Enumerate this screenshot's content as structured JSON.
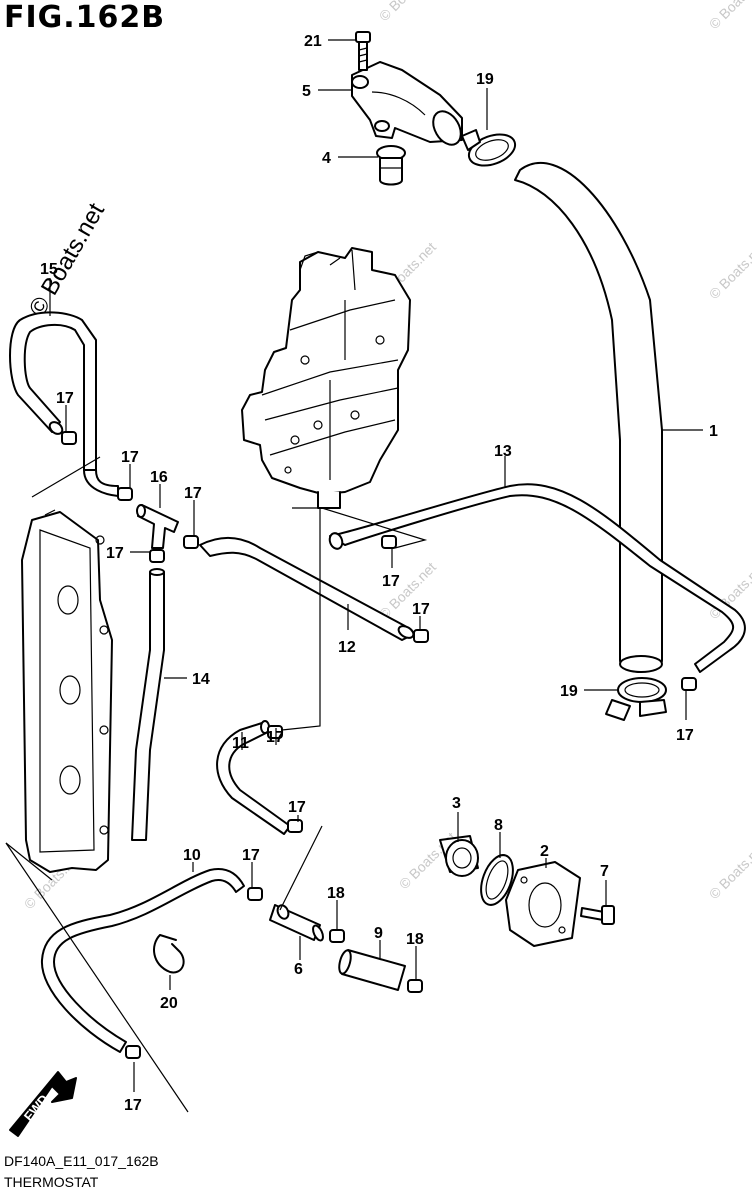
{
  "figure": {
    "title": "FIG.162B",
    "diagram_code": "DF140A_E11_017_162B",
    "section_name": "THERMOSTAT"
  },
  "watermark": {
    "main_text": "© Boats.net",
    "small_text": "© Boats.net"
  },
  "callouts": {
    "c1": "1",
    "c2": "2",
    "c3": "3",
    "c4": "4",
    "c5": "5",
    "c6": "6",
    "c7": "7",
    "c8": "8",
    "c9": "9",
    "c10": "10",
    "c11": "11",
    "c12": "12",
    "c13": "13",
    "c14": "14",
    "c15": "15",
    "c16": "16",
    "c17a": "17",
    "c17b": "17",
    "c17c": "17",
    "c17d": "17",
    "c17e": "17",
    "c17f": "17",
    "c17g": "17",
    "c17h": "17",
    "c17i": "17",
    "c17j": "17",
    "c17k": "17",
    "c18a": "18",
    "c18b": "18",
    "c19a": "19",
    "c19b": "19",
    "c20": "20",
    "c21": "21"
  },
  "direction_badge": {
    "label": "FWD"
  }
}
